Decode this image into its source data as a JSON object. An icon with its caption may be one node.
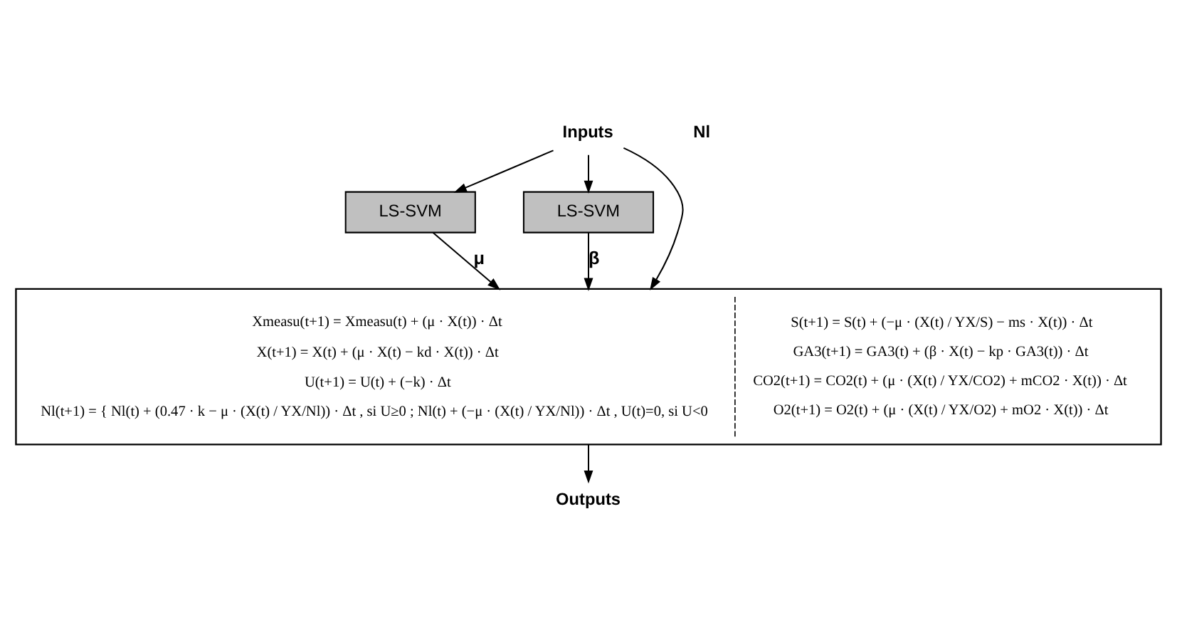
{
  "diagram": {
    "nodes": [
      {
        "text": [
          "Inputs"
        ]
      },
      {
        "text": [
          "LS-SVM"
        ]
      },
      {
        "text": [
          "LS-SVM"
        ]
      },
      {
        "text": [
          "Xmeasu(t+1) = Xmeasu(t) + (μ · X(t)) · Δt",
          "X(t+1) = X(t) + (μ · X(t) − kd · X(t)) · Δt",
          "U(t+1) = U(t) + (−k) · Δt",
          "Nl(t+1) = { Nl(t) + (0.47 · k − μ · (X(t) / YX/Nl)) · Δt , si U≥0 ; Nl(t) + (−μ · (X(t) / YX/Nl)) · Δt , U(t)=0, si U<0",
          "S(t+1) = S(t) + (−μ · (X(t) / YX/S) − ms · X(t)) · Δt",
          "GA3(t+1) = GA3(t) + (β · X(t) − kp · GA3(t)) · Δt",
          "CO2(t+1) = CO2(t) + (μ · (X(t) / YX/CO2) + mCO2 · X(t)) · Δt",
          "O2(t+1) = O2(t) + (μ · (X(t) / YX/O2) + mO2 · X(t)) · Δt"
        ]
      },
      {
        "text": [
          "Outputs"
        ]
      }
    ],
    "edges": [
      {
        "from": 0,
        "to": 3,
        "arrow": "to"
      },
      {
        "from": 0,
        "to": 1,
        "arrow": "to"
      },
      {
        "from": 0,
        "to": 2,
        "arrow": "to"
      },
      {
        "from": 1,
        "to": 3,
        "label": "μ",
        "arrow": "to"
      },
      {
        "from": 2,
        "to": 3,
        "label": "β",
        "arrow": "to"
      },
      {
        "from": 3,
        "to": 4,
        "arrow": "to"
      }
    ],
    "labels": [
      "Nl"
    ]
  }
}
